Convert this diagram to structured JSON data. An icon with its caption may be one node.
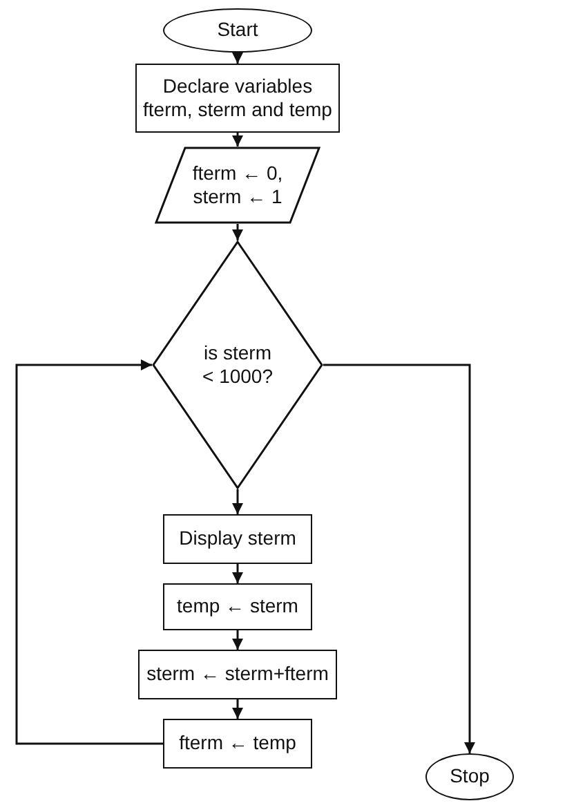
{
  "diagram": {
    "nodes": [
      {
        "text": [
          "Start"
        ]
      },
      {
        "text": [
          "Declare variables fterm, sterm and temp"
        ]
      },
      {
        "text": [
          "fterm ← 0, sterm ← 1"
        ]
      },
      {
        "text": [
          "is sterm < 1000?"
        ]
      },
      {
        "text": [
          "Display sterm"
        ]
      },
      {
        "text": [
          "temp ← sterm"
        ]
      },
      {
        "text": [
          "sterm ← sterm+fterm"
        ]
      },
      {
        "text": [
          "fterm ← temp"
        ]
      },
      {
        "text": [
          "Stop"
        ]
      }
    ],
    "edges": [
      {
        "from": 0,
        "to": 1,
        "arrow": "to"
      },
      {
        "from": 1,
        "to": 2,
        "arrow": "to"
      },
      {
        "from": 2,
        "to": 3,
        "arrow": "to"
      },
      {
        "from": 3,
        "to": 4,
        "arrow": "to"
      },
      {
        "from": 3,
        "to": 8,
        "arrow": "to"
      },
      {
        "from": 4,
        "to": 5,
        "arrow": "to"
      },
      {
        "from": 5,
        "to": 6,
        "arrow": "to"
      },
      {
        "from": 6,
        "to": 7,
        "arrow": "to"
      },
      {
        "from": 7,
        "to": 3,
        "arrow": "to"
      }
    ]
  }
}
